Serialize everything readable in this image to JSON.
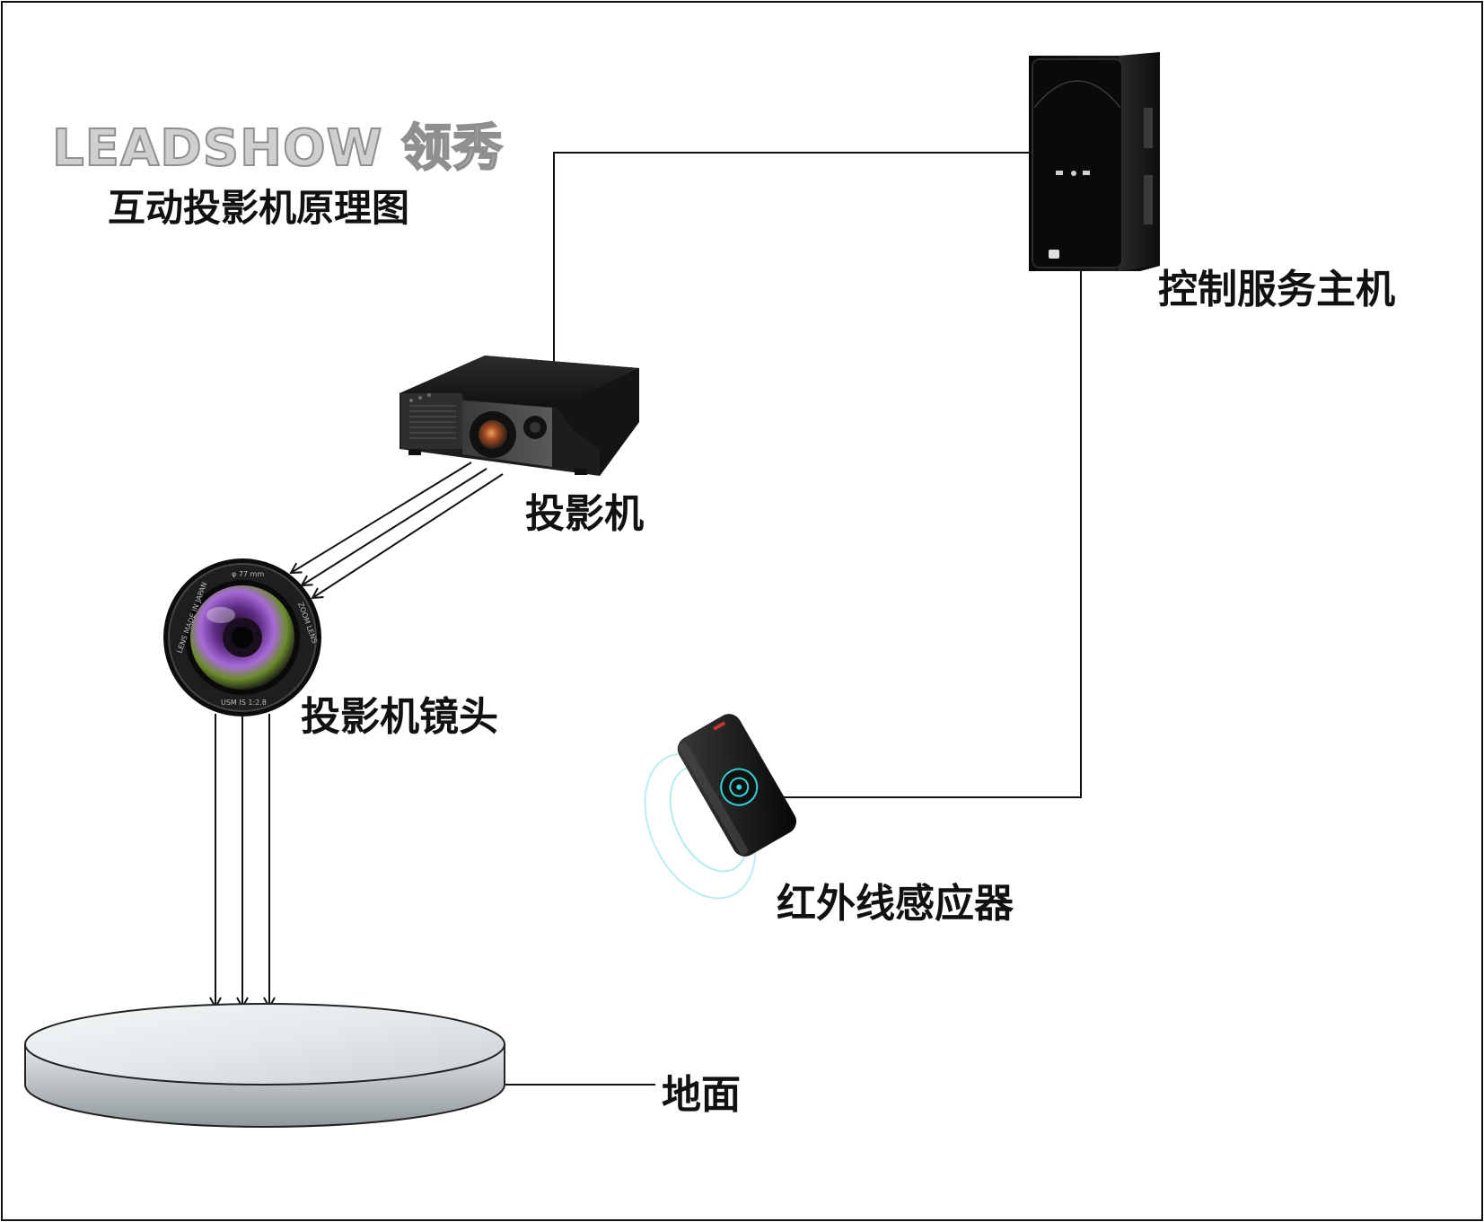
{
  "logo": {
    "text": "LEADSHOW 领秀"
  },
  "title": "互动投影机原理图",
  "devices": {
    "server": {
      "label": "控制服务主机",
      "icon": "pc-tower-icon"
    },
    "projector": {
      "label": "投影机",
      "icon": "projector-icon"
    },
    "lens": {
      "label": "投影机镜头",
      "icon": "camera-lens-icon"
    },
    "sensor": {
      "label": "红外线感应器",
      "icon": "infrared-sensor-icon"
    },
    "ground": {
      "label": "地面",
      "icon": "floor-disc-icon"
    }
  },
  "lens_ring_text": {
    "top": "φ 77 mm",
    "right": "ZOOM LENS",
    "left": "LENS MADE IN JAPAN",
    "bottom": "USM  IS  1:2.8"
  },
  "colors": {
    "line": "#111111",
    "logo_fill": "#cfcfcf",
    "logo_stroke": "#8f8f8f",
    "sensor_wave": "#9fe6ee"
  }
}
